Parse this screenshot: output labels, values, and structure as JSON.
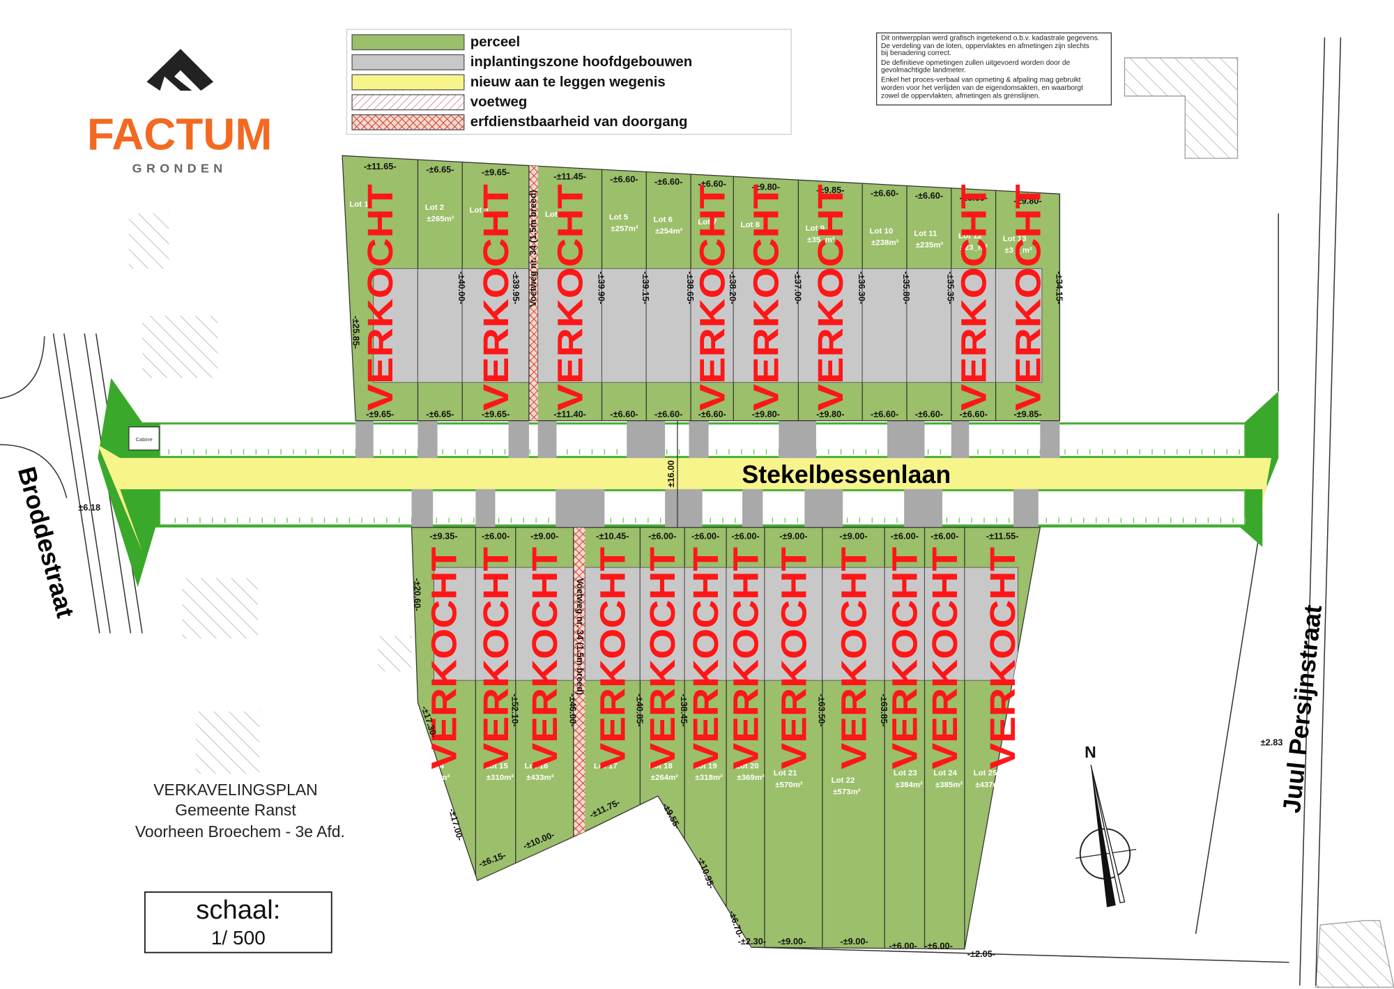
{
  "logo": {
    "brand": "FACTUM",
    "sub": "GRONDEN",
    "brand_color": "#f26a21"
  },
  "legend": [
    {
      "label": "perceel",
      "swatch": "#9bbf6a"
    },
    {
      "label": "inplantingszone hoofdgebouwen",
      "swatch": "#c8c8c8"
    },
    {
      "label": "nieuw aan te leggen wegenis",
      "swatch": "#f7f48c"
    },
    {
      "label": "voetweg",
      "swatch": "hatch-pink"
    },
    {
      "label": "erfdienstbaarheid van doorgang",
      "swatch": "hatch-red"
    }
  ],
  "disclaimer": [
    "Dit ontwerpplan werd grafisch ingetekend o.b.v. kadastrale gegevens.",
    "De verdeling van de loten, oppervlaktes en afmetingen zijn slechts",
    "bij benadering correct.",
    "De definitieve opmetingen zullen uitgevoerd worden door de",
    "gevolmachtigde landmeter.",
    "Enkel het proces-verbaal van opmeting & afpaling mag gebruikt",
    "worden voor het verlijden van de eigendomsakten, en waarborgt",
    "zowel de oppervlakten, afmetingen als grenslijnen."
  ],
  "streets": {
    "main": "Stekelbessenlaan",
    "west": "Broddestraat",
    "east": "Juul Persijnstraat"
  },
  "plan_title": [
    "VERKAVELINGSPLAN",
    "Gemeente Ranst",
    "Voorheen Broechem - 3e Afd."
  ],
  "scale": {
    "label": "schaal:",
    "value": "1/ 500"
  },
  "north": "N",
  "sold_label": "VERKOCHT",
  "cabine_label": "Cabine",
  "voetweg_label": "Voetweg nr. 34 (1.5m breed)",
  "colors": {
    "parcel": "#9bbf6a",
    "building_zone": "#c8c8c8",
    "road": "#f7f48c",
    "green_edge": "#3aa82a",
    "sold": "#ff1616"
  },
  "lots_north": [
    {
      "label": "Lot 1",
      "area": null,
      "front": "-±11.65-",
      "back": "-±9.65-",
      "depth": "-±25.85-",
      "sold": true
    },
    {
      "label": "Lot 2",
      "area": "±265m²",
      "front": "-±6.65-",
      "back": "-±6.65-",
      "depth": "-±40.00-",
      "sold": false
    },
    {
      "label": "Lot 3",
      "area": null,
      "front": "-±9.65-",
      "back": "-±9.65-",
      "depth": "-±39.95-",
      "sold": true
    },
    {
      "label": "Lot 4",
      "area": null,
      "front": "-±11.45-",
      "back": "-±11.40-",
      "depth": "-±39.90-",
      "sold": true
    },
    {
      "label": "Lot 5",
      "area": "±257m²",
      "front": "-±6.60-",
      "back": "-±6.60-",
      "depth": "-±39.15-",
      "sold": false
    },
    {
      "label": "Lot 6",
      "area": "±254m²",
      "front": "-±6.60-",
      "back": "-±6.60-",
      "depth": "-±38.65-",
      "sold": false
    },
    {
      "label": "Lot 7",
      "area": null,
      "front": "-±6.60-",
      "back": "-±6.60-",
      "depth": "-±38.20-",
      "sold": true
    },
    {
      "label": "Lot 8",
      "area": null,
      "front": "-±9.80-",
      "back": "-±9.80-",
      "depth": "-±37.00-",
      "sold": true
    },
    {
      "label": "Lot 9",
      "area": "±35_m²",
      "front": "-±9.85-",
      "back": "-±9.80-",
      "depth": "-±36.30-",
      "sold": true
    },
    {
      "label": "Lot 10",
      "area": "±238m²",
      "front": "-±6.60-",
      "back": "-±6.60-",
      "depth": "-±35.80-",
      "sold": false
    },
    {
      "label": "Lot 11",
      "area": "±235m²",
      "front": "-±6.60-",
      "back": "-±6.60-",
      "depth": "-±35.35-",
      "sold": false
    },
    {
      "label": "Lot 12",
      "area": "±23_m²",
      "front": "-±6.60-",
      "back": "-±6.60-",
      "depth": null,
      "sold": true
    },
    {
      "label": "Lot 13",
      "area": "±3__m²",
      "front": "-±9.80-",
      "back": "-±9.85-",
      "depth": "-±34.15-",
      "sold": true
    }
  ],
  "lots_south": [
    {
      "label": "Lot 14",
      "area": "±383m²",
      "front": "-±9.35-",
      "depth": "-±20.60-",
      "sold": true
    },
    {
      "label": "Lot 15",
      "area": "±310m²",
      "front": "-±6.00-",
      "depth": "-±52.10-",
      "sold": true
    },
    {
      "label": "Lot 16",
      "area": "±433m²",
      "front": "-±9.00-",
      "depth": "-±46.00-",
      "sold": true
    },
    {
      "label": "Lot 17",
      "area": null,
      "front": "-±10.45-",
      "depth": "-±40.85-",
      "sold": true
    },
    {
      "label": "Lot 18",
      "area": "±264m²",
      "front": "-±6.00-",
      "depth": "-±38.45-",
      "sold": true
    },
    {
      "label": "Lot 19",
      "area": "±318m²",
      "front": "-±6.00-",
      "depth": null,
      "sold": true
    },
    {
      "label": "Lot 20",
      "area": "±369m²",
      "front": "-±6.00-",
      "depth": null,
      "sold": true
    },
    {
      "label": "Lot 21",
      "area": "±570m²",
      "front": "-±9.00-",
      "depth": "-±63.50-",
      "sold": true
    },
    {
      "label": "Lot 22",
      "area": "±573m²",
      "front": "-±9.00-",
      "depth": "-±63.85-",
      "sold": true
    },
    {
      "label": "Lot 23",
      "area": "±384m²",
      "front": "-±6.00-",
      "depth": null,
      "sold": true
    },
    {
      "label": "Lot 24",
      "area": "±385m²",
      "front": "-±6.00-",
      "depth": null,
      "sold": true
    },
    {
      "label": "Lot 25",
      "area": "±437m²",
      "front": "-±11.55-",
      "depth": null,
      "sold": true
    }
  ],
  "south_boundary_dims": [
    "-±17.30-",
    "-±17.00-",
    "-±6.15-",
    "-±10.00-",
    "-±11.75-",
    "-±9.55-",
    "-±10.95-",
    "-±6.70-",
    "-±2.30-",
    "-±9.00-",
    "-±9.00-",
    "-±6.00-",
    "-±6.00-",
    "-±2.05-"
  ],
  "misc_dims": {
    "broddestraat_width": "±6.18",
    "persijn_width": "±2.83",
    "road_width": "±16.00"
  }
}
